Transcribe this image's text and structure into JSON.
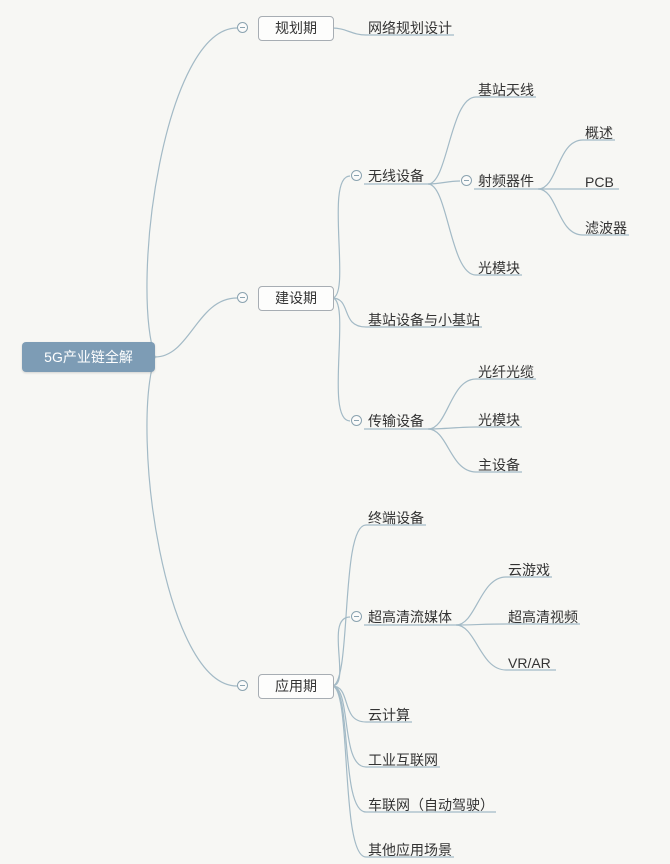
{
  "title": "5G产业链全解",
  "tree": {
    "label": "5G产业链全解",
    "children": [
      {
        "label": "规划期",
        "children": [
          {
            "label": "网络规划设计",
            "children": []
          }
        ]
      },
      {
        "label": "建设期",
        "children": [
          {
            "label": "无线设备",
            "children": [
              {
                "label": "基站天线",
                "children": []
              },
              {
                "label": "射频器件",
                "children": [
                  {
                    "label": "概述",
                    "children": []
                  },
                  {
                    "label": "PCB",
                    "children": []
                  },
                  {
                    "label": "滤波器",
                    "children": []
                  }
                ]
              },
              {
                "label": "光模块",
                "children": []
              }
            ]
          },
          {
            "label": "基站设备与小基站",
            "children": []
          },
          {
            "label": "传输设备",
            "children": [
              {
                "label": "光纤光缆",
                "children": []
              },
              {
                "label": "光模块",
                "children": []
              },
              {
                "label": "主设备",
                "children": []
              }
            ]
          }
        ]
      },
      {
        "label": "应用期",
        "children": [
          {
            "label": "终端设备",
            "children": []
          },
          {
            "label": "超高清流媒体",
            "children": [
              {
                "label": "云游戏",
                "children": []
              },
              {
                "label": "超高清视频",
                "children": []
              },
              {
                "label": "VR/AR",
                "children": []
              }
            ]
          },
          {
            "label": "云计算",
            "children": []
          },
          {
            "label": "工业互联网",
            "children": []
          },
          {
            "label": "车联网（自动驾驶）",
            "children": []
          },
          {
            "label": "其他应用场景",
            "children": []
          }
        ]
      }
    ]
  },
  "colors": {
    "root_bg": "#7d9cb5",
    "root_text": "#ffffff",
    "line": "#a3bac6",
    "box_border": "#a7adb3",
    "text": "#333333",
    "background": "#f7f7f4"
  }
}
